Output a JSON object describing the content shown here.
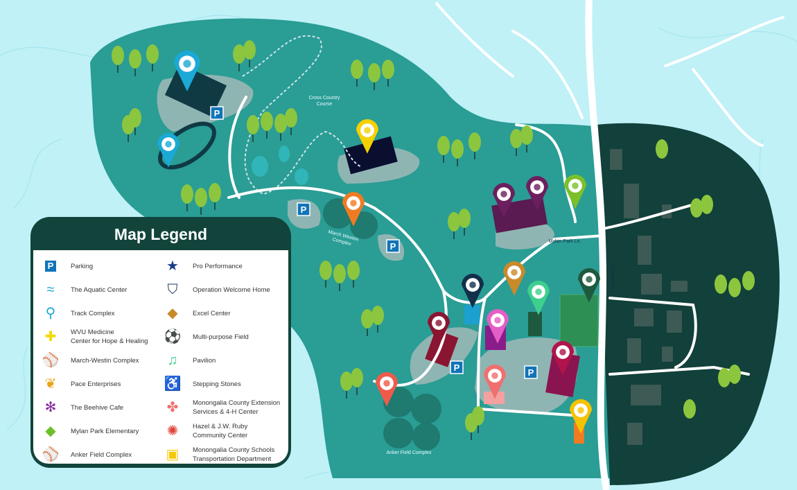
{
  "legend": {
    "title": "Map Legend",
    "left": [
      {
        "label": "Parking",
        "icon": "parking-icon",
        "color": "#1174b8"
      },
      {
        "label": "The Aquatic Center",
        "icon": "swimmer-icon",
        "color": "#1ba9d6"
      },
      {
        "label": "Track Complex",
        "icon": "winged-shoe-icon",
        "color": "#1ba9d6"
      },
      {
        "label": "WVU Medicine\nCenter for Hope & Healing",
        "icon": "medical-cross-icon",
        "color": "#f5d800"
      },
      {
        "label": "March-Westin Complex",
        "icon": "bat-and-ball-icon",
        "color": "#f07b22"
      },
      {
        "label": "Pace Enterprises",
        "icon": "leaves-icon",
        "color": "#e8a317"
      },
      {
        "label": "The Beehive Cafe",
        "icon": "bee-icon",
        "color": "#8a2aa0"
      },
      {
        "label": "Mylan Park Elementary",
        "icon": "graduation-cap-icon",
        "color": "#6cbf2a"
      },
      {
        "label": "Anker Field Complex",
        "icon": "bat-and-ball-icon",
        "color": "#f05a4a"
      }
    ],
    "right": [
      {
        "label": "Pro Performance",
        "icon": "star-icon",
        "color": "#1a3a8a"
      },
      {
        "label": "Operation Welcome Home",
        "icon": "flag-shield-icon",
        "color": "#1f3a5a"
      },
      {
        "label": "Excel Center",
        "icon": "graduation-cap-icon",
        "color": "#c98a2a"
      },
      {
        "label": "Multi-purpose Field",
        "icon": "soccer-football-icon",
        "color": "#1e5a3e"
      },
      {
        "label": "Pavilion",
        "icon": "music-notes-icon",
        "color": "#3ecf8e"
      },
      {
        "label": "Stepping Stones",
        "icon": "wheelchair-icon",
        "color": "#e45ec7"
      },
      {
        "label": "Monongalia County Extension\nServices & 4-H Center",
        "icon": "clover-icon",
        "color": "#f07070"
      },
      {
        "label": "Hazel & J.W. Ruby\nCommunity Center",
        "icon": "people-circle-icon",
        "color": "#e0443a"
      },
      {
        "label": "Monongalia County Schools\nTransportation Department",
        "icon": "bus-icon",
        "color": "#f5c800"
      }
    ]
  },
  "map_labels": {
    "cross_country": "Cross Country\nCourse",
    "march_weston": "March Weston\nComplex",
    "anker": "Anker Field Complex",
    "mylan_park_ln": "Mylan Park Ln.",
    "chaplin_rd": "Chaplin Rd."
  },
  "pins": [
    {
      "name": "aquatic-center",
      "color": "#1ba9d6"
    },
    {
      "name": "track-complex",
      "color": "#1ba9d6"
    },
    {
      "name": "wvu-medicine",
      "color": "#f5d000"
    },
    {
      "name": "march-westin",
      "color": "#f07b22"
    },
    {
      "name": "pace-enterprises",
      "color": "#6b1f5e"
    },
    {
      "name": "beehive-cafe",
      "color": "#6b1f5e"
    },
    {
      "name": "mylan-park-elementary",
      "color": "#7bbf2a"
    },
    {
      "name": "excel-center",
      "color": "#c98a2a"
    },
    {
      "name": "operation-welcome-home",
      "color": "#12304a"
    },
    {
      "name": "pavilion",
      "color": "#3ecf8e"
    },
    {
      "name": "multi-purpose-field",
      "color": "#1e5a3e"
    },
    {
      "name": "pro-performance",
      "color": "#8a1530"
    },
    {
      "name": "stepping-stones",
      "color": "#e45ec7"
    },
    {
      "name": "hazel-ruby-center",
      "color": "#b0144a"
    },
    {
      "name": "extension-services",
      "color": "#f07070"
    },
    {
      "name": "anker-field",
      "color": "#f05a4a"
    },
    {
      "name": "transportation-dept",
      "color": "#f5c200"
    }
  ],
  "parking_letter": "P",
  "colors": {
    "water": "#bff1f7",
    "park": "#2a9d95",
    "dark": "#12403a",
    "road": "#ffffff"
  }
}
